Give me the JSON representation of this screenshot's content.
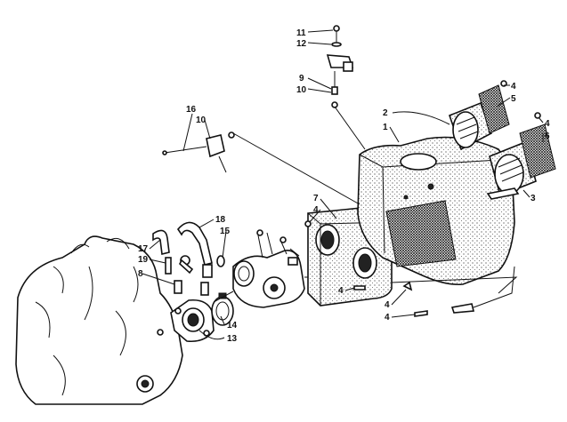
{
  "callouts": [
    {
      "id": "c11",
      "text": "11"
    },
    {
      "id": "c12",
      "text": "12"
    },
    {
      "id": "c9",
      "text": "9"
    },
    {
      "id": "c10a",
      "text": "10"
    },
    {
      "id": "c16",
      "text": "16"
    },
    {
      "id": "c10b",
      "text": "10"
    },
    {
      "id": "c2",
      "text": "2"
    },
    {
      "id": "c1",
      "text": "1"
    },
    {
      "id": "c4a",
      "text": "4"
    },
    {
      "id": "c5",
      "text": "5"
    },
    {
      "id": "c4b",
      "text": "4"
    },
    {
      "id": "c6",
      "text": "6"
    },
    {
      "id": "c3",
      "text": "3"
    },
    {
      "id": "c7",
      "text": "7"
    },
    {
      "id": "c4c",
      "text": "4"
    },
    {
      "id": "c18",
      "text": "18"
    },
    {
      "id": "c15",
      "text": "15"
    },
    {
      "id": "c17",
      "text": "17"
    },
    {
      "id": "c19",
      "text": "19"
    },
    {
      "id": "c8",
      "text": "8"
    },
    {
      "id": "c14",
      "text": "14"
    },
    {
      "id": "c13",
      "text": "13"
    },
    {
      "id": "c4d",
      "text": "4"
    },
    {
      "id": "c4e",
      "text": "4"
    },
    {
      "id": "c4f",
      "text": "4"
    }
  ]
}
